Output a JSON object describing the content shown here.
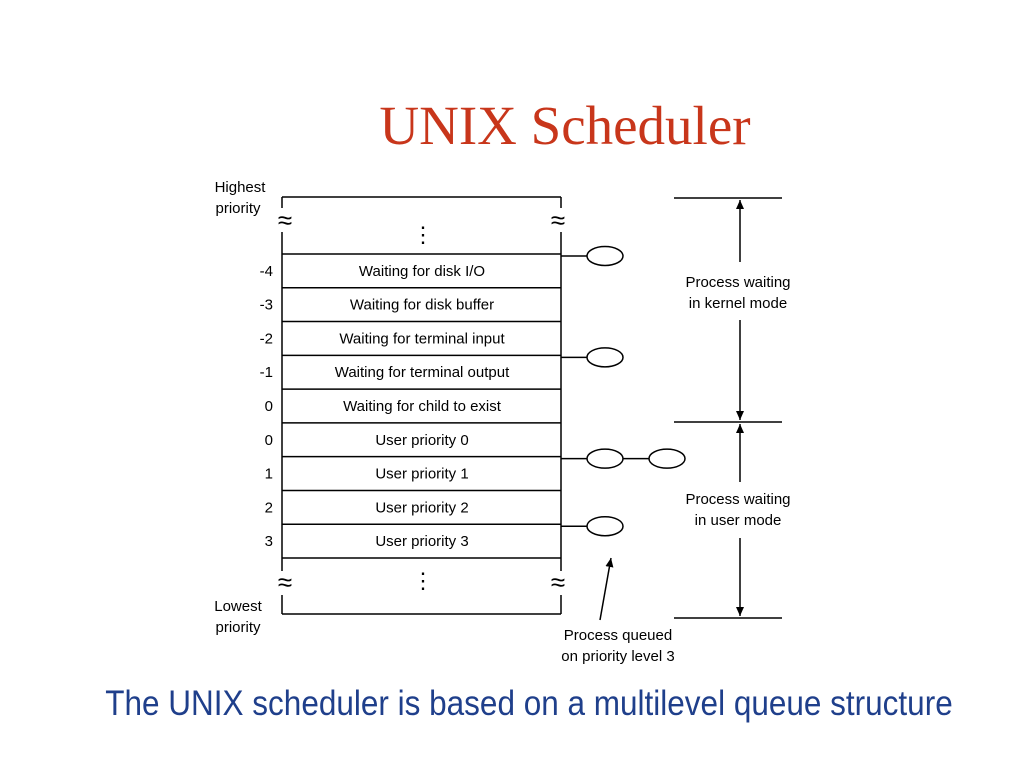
{
  "slide": {
    "title": "UNIX Scheduler",
    "caption": "The UNIX scheduler is based on a multilevel queue structure"
  },
  "diagram": {
    "top_label": [
      "Highest",
      "priority"
    ],
    "bottom_label": [
      "Lowest",
      "priority"
    ],
    "ellipsis": "⋮",
    "break_mark": "≈",
    "queues": [
      {
        "priority": "-4",
        "label": "Waiting for disk I/O",
        "queued_processes": 1
      },
      {
        "priority": "-3",
        "label": "Waiting for disk buffer",
        "queued_processes": 0
      },
      {
        "priority": "-2",
        "label": "Waiting for terminal input",
        "queued_processes": 0
      },
      {
        "priority": "-1",
        "label": "Waiting for terminal output",
        "queued_processes": 1
      },
      {
        "priority": "0",
        "label": "Waiting for child to exist",
        "queued_processes": 0
      },
      {
        "priority": "0",
        "label": "User priority 0",
        "queued_processes": 0
      },
      {
        "priority": "1",
        "label": "User priority 1",
        "queued_processes": 2
      },
      {
        "priority": "2",
        "label": "User priority 2",
        "queued_processes": 0
      },
      {
        "priority": "3",
        "label": "User priority 3",
        "queued_processes": 1
      }
    ],
    "kernel_mode_label": [
      "Process waiting",
      "in kernel mode"
    ],
    "user_mode_label": [
      "Process waiting",
      "in user mode"
    ],
    "callout_label": [
      "Process queued",
      "on priority level 3"
    ]
  },
  "colors": {
    "title": "#c8361b",
    "caption": "#1f3f8b",
    "lines": "#000000"
  }
}
